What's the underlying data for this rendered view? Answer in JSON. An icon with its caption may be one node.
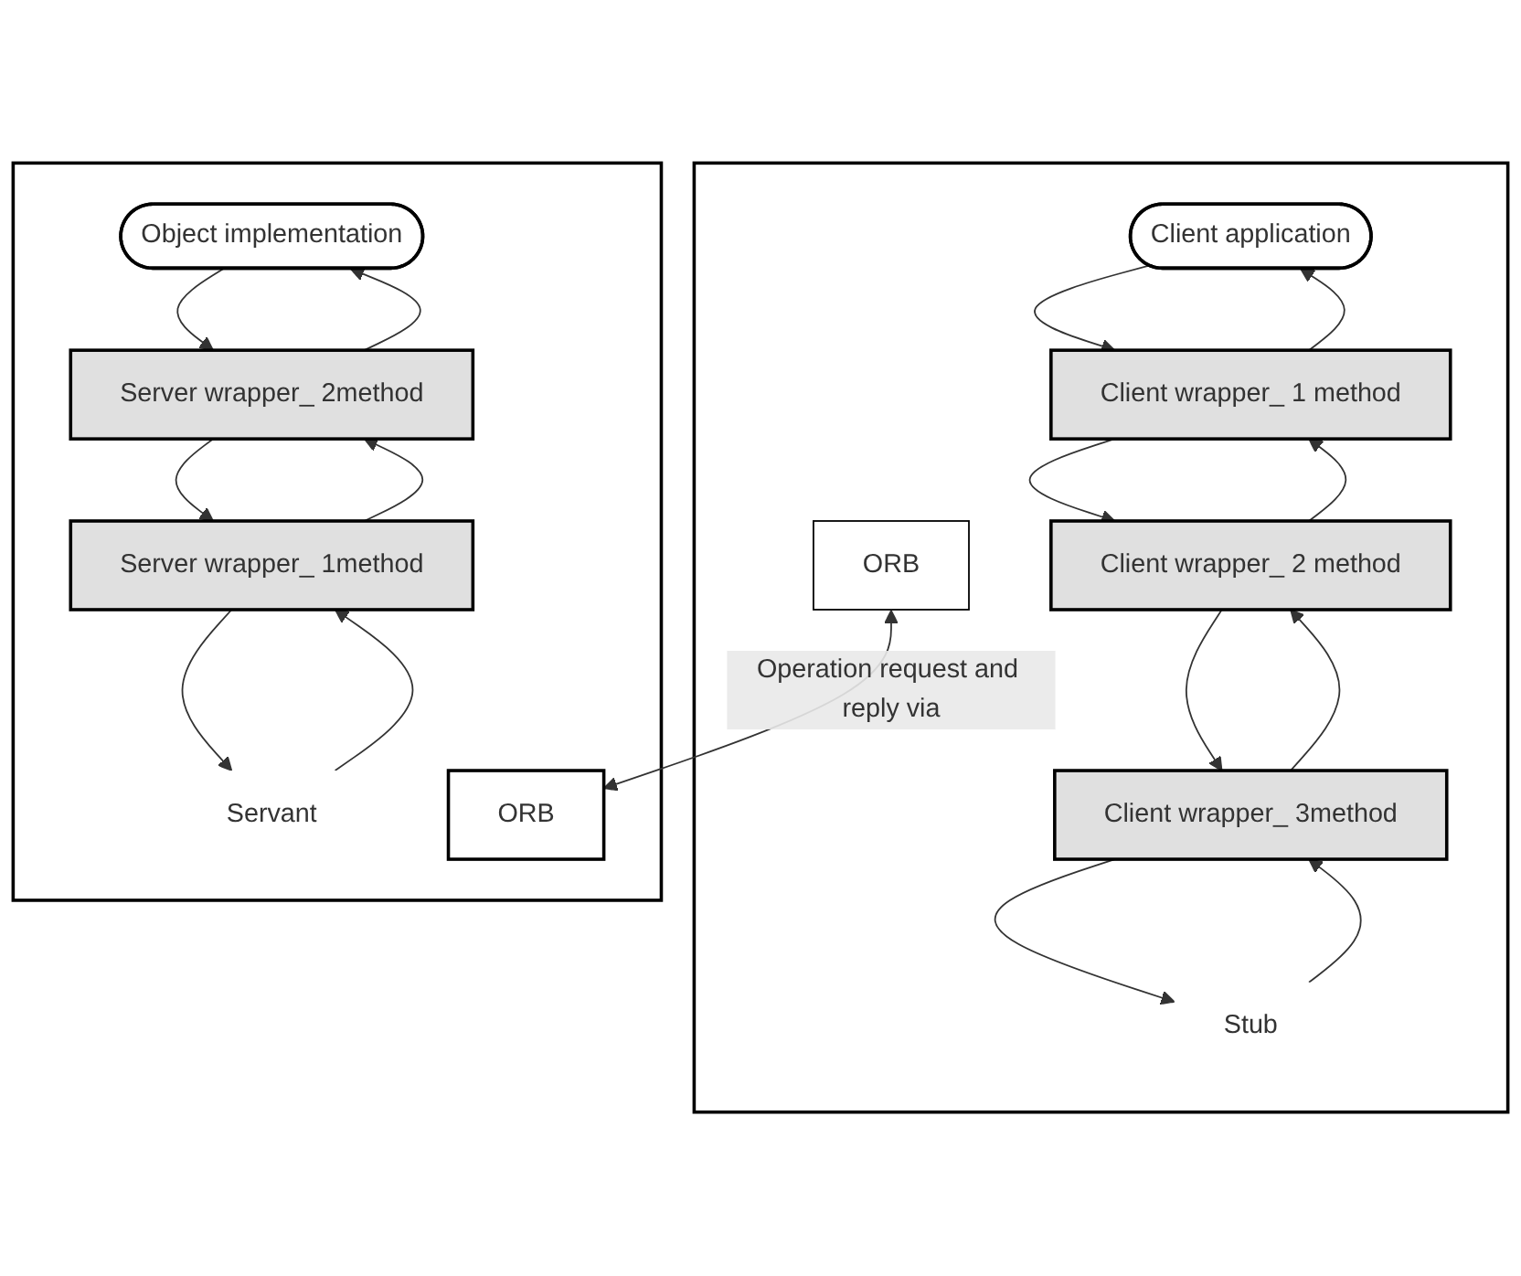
{
  "diagram": {
    "nodes": [
      {
        "text": [],
        "shape": "box"
      },
      {
        "text": [
          "Client application"
        ],
        "in": 0
      },
      {
        "text": [
          "Client wrapper_ 1 method"
        ],
        "in": 0
      },
      {
        "text": [
          "Client wrapper_ 2 method"
        ],
        "in": 0
      },
      {
        "text": [
          "Client wrapper_ 3method"
        ],
        "in": 0
      },
      {
        "text": [
          "Stub"
        ],
        "in": 0
      },
      {
        "text": [
          "ORB"
        ],
        "in": 0
      },
      {
        "text": [],
        "shape": "box"
      },
      {
        "text": [
          "Object implementation"
        ],
        "in": 7
      },
      {
        "text": [
          "Server wrapper_ 2method"
        ],
        "in": 7
      },
      {
        "text": [
          "Server wrapper_ 1method"
        ],
        "in": 7
      },
      {
        "text": [
          "Servant"
        ],
        "in": 7
      },
      {
        "text": [
          "ORB"
        ],
        "in": 7
      }
    ],
    "edges": [
      {
        "from": 1,
        "to": 2,
        "arrow": "to"
      },
      {
        "from": 2,
        "to": 1,
        "arrow": "to"
      },
      {
        "from": 2,
        "to": 3,
        "arrow": "to"
      },
      {
        "from": 3,
        "to": 2,
        "arrow": "to"
      },
      {
        "from": 3,
        "to": 4,
        "arrow": "to"
      },
      {
        "from": 4,
        "to": 3,
        "arrow": "to"
      },
      {
        "from": 4,
        "to": 5,
        "arrow": "to"
      },
      {
        "from": 5,
        "to": 4,
        "arrow": "to"
      },
      {
        "from": 8,
        "to": 9,
        "arrow": "to"
      },
      {
        "from": 9,
        "to": 8,
        "arrow": "to"
      },
      {
        "from": 9,
        "to": 10,
        "arrow": "to"
      },
      {
        "from": 10,
        "to": 9,
        "arrow": "to"
      },
      {
        "from": 10,
        "to": 11,
        "arrow": "to"
      },
      {
        "from": 11,
        "to": 10,
        "arrow": "to"
      },
      {
        "from": 6,
        "to": 12,
        "arrow": "both",
        "label": "Operation request and reply via"
      }
    ]
  }
}
